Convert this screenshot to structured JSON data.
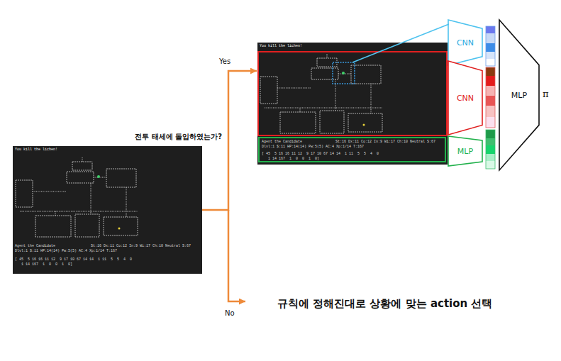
{
  "diagram": {
    "nodes": [
      {
        "text": [
          "You kill the lichen!",
          "Agent the Candidate",
          "St:16 Dx:11 Co:12 In:9 Wi:17 Ch:10 Neutral S:67",
          "Dlvl:1 $:11 HP:14(14) Pw:5(5) AC:4 Xp:1/14 T:167",
          "[ 45  5 16 16 11 12  9 17 10 67 14 14  1 11  5  5  4  0",
          "   1 14 167  1  0  0  1  0]"
        ]
      },
      {
        "text": [
          "You kill the lichen!"
        ]
      },
      {
        "text": [
          "Agent the Candidate",
          "St:16 Dx:11 Co:12 In:9 Wi:17 Ch:10 Neutral S:67",
          "Dlvl:1 $:11 HP:14(14) Pw:5(5) AC:4 Xp:1/14 T:167",
          "[ 45  5 16 16 11 12  9 17 10 67 14 14  1 11  5  5  4  0",
          "   1 14 167  1  0  0  1  0]"
        ],
        "in": 1
      },
      {
        "text": [
          "CNN"
        ]
      },
      {
        "text": [
          "CNN"
        ]
      },
      {
        "text": [
          "MLP"
        ]
      },
      {
        "text": [
          "MLP"
        ]
      }
    ],
    "edges": [
      {
        "from": 0,
        "to": 1,
        "arrow": "to",
        "label": "Yes"
      }
    ],
    "labels": [
      "전투 태세에 돌입하였는가?",
      "No",
      "규칙에 정해진대로 상황에 맞는 action 선택",
      "π"
    ]
  }
}
